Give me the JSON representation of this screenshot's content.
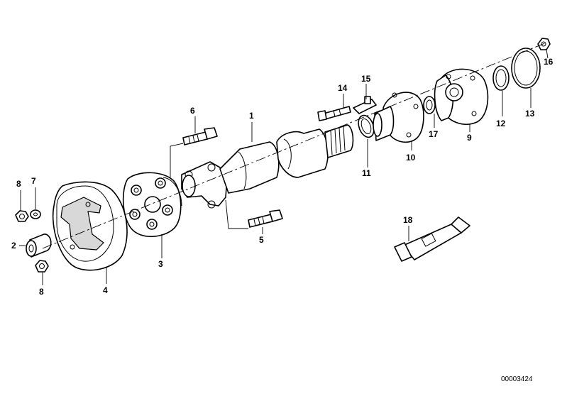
{
  "diagram": {
    "drawing_code": "00003424",
    "labels": {
      "p1": "1",
      "p2": "2",
      "p3": "3",
      "p4": "4",
      "p5": "5",
      "p6": "6",
      "p7": "7",
      "p8a": "8",
      "p8b": "8",
      "p9": "9",
      "p10": "10",
      "p11": "11",
      "p12": "12",
      "p13": "13",
      "p14": "14",
      "p15": "15",
      "p16": "16",
      "p17": "17",
      "p18": "18"
    }
  }
}
